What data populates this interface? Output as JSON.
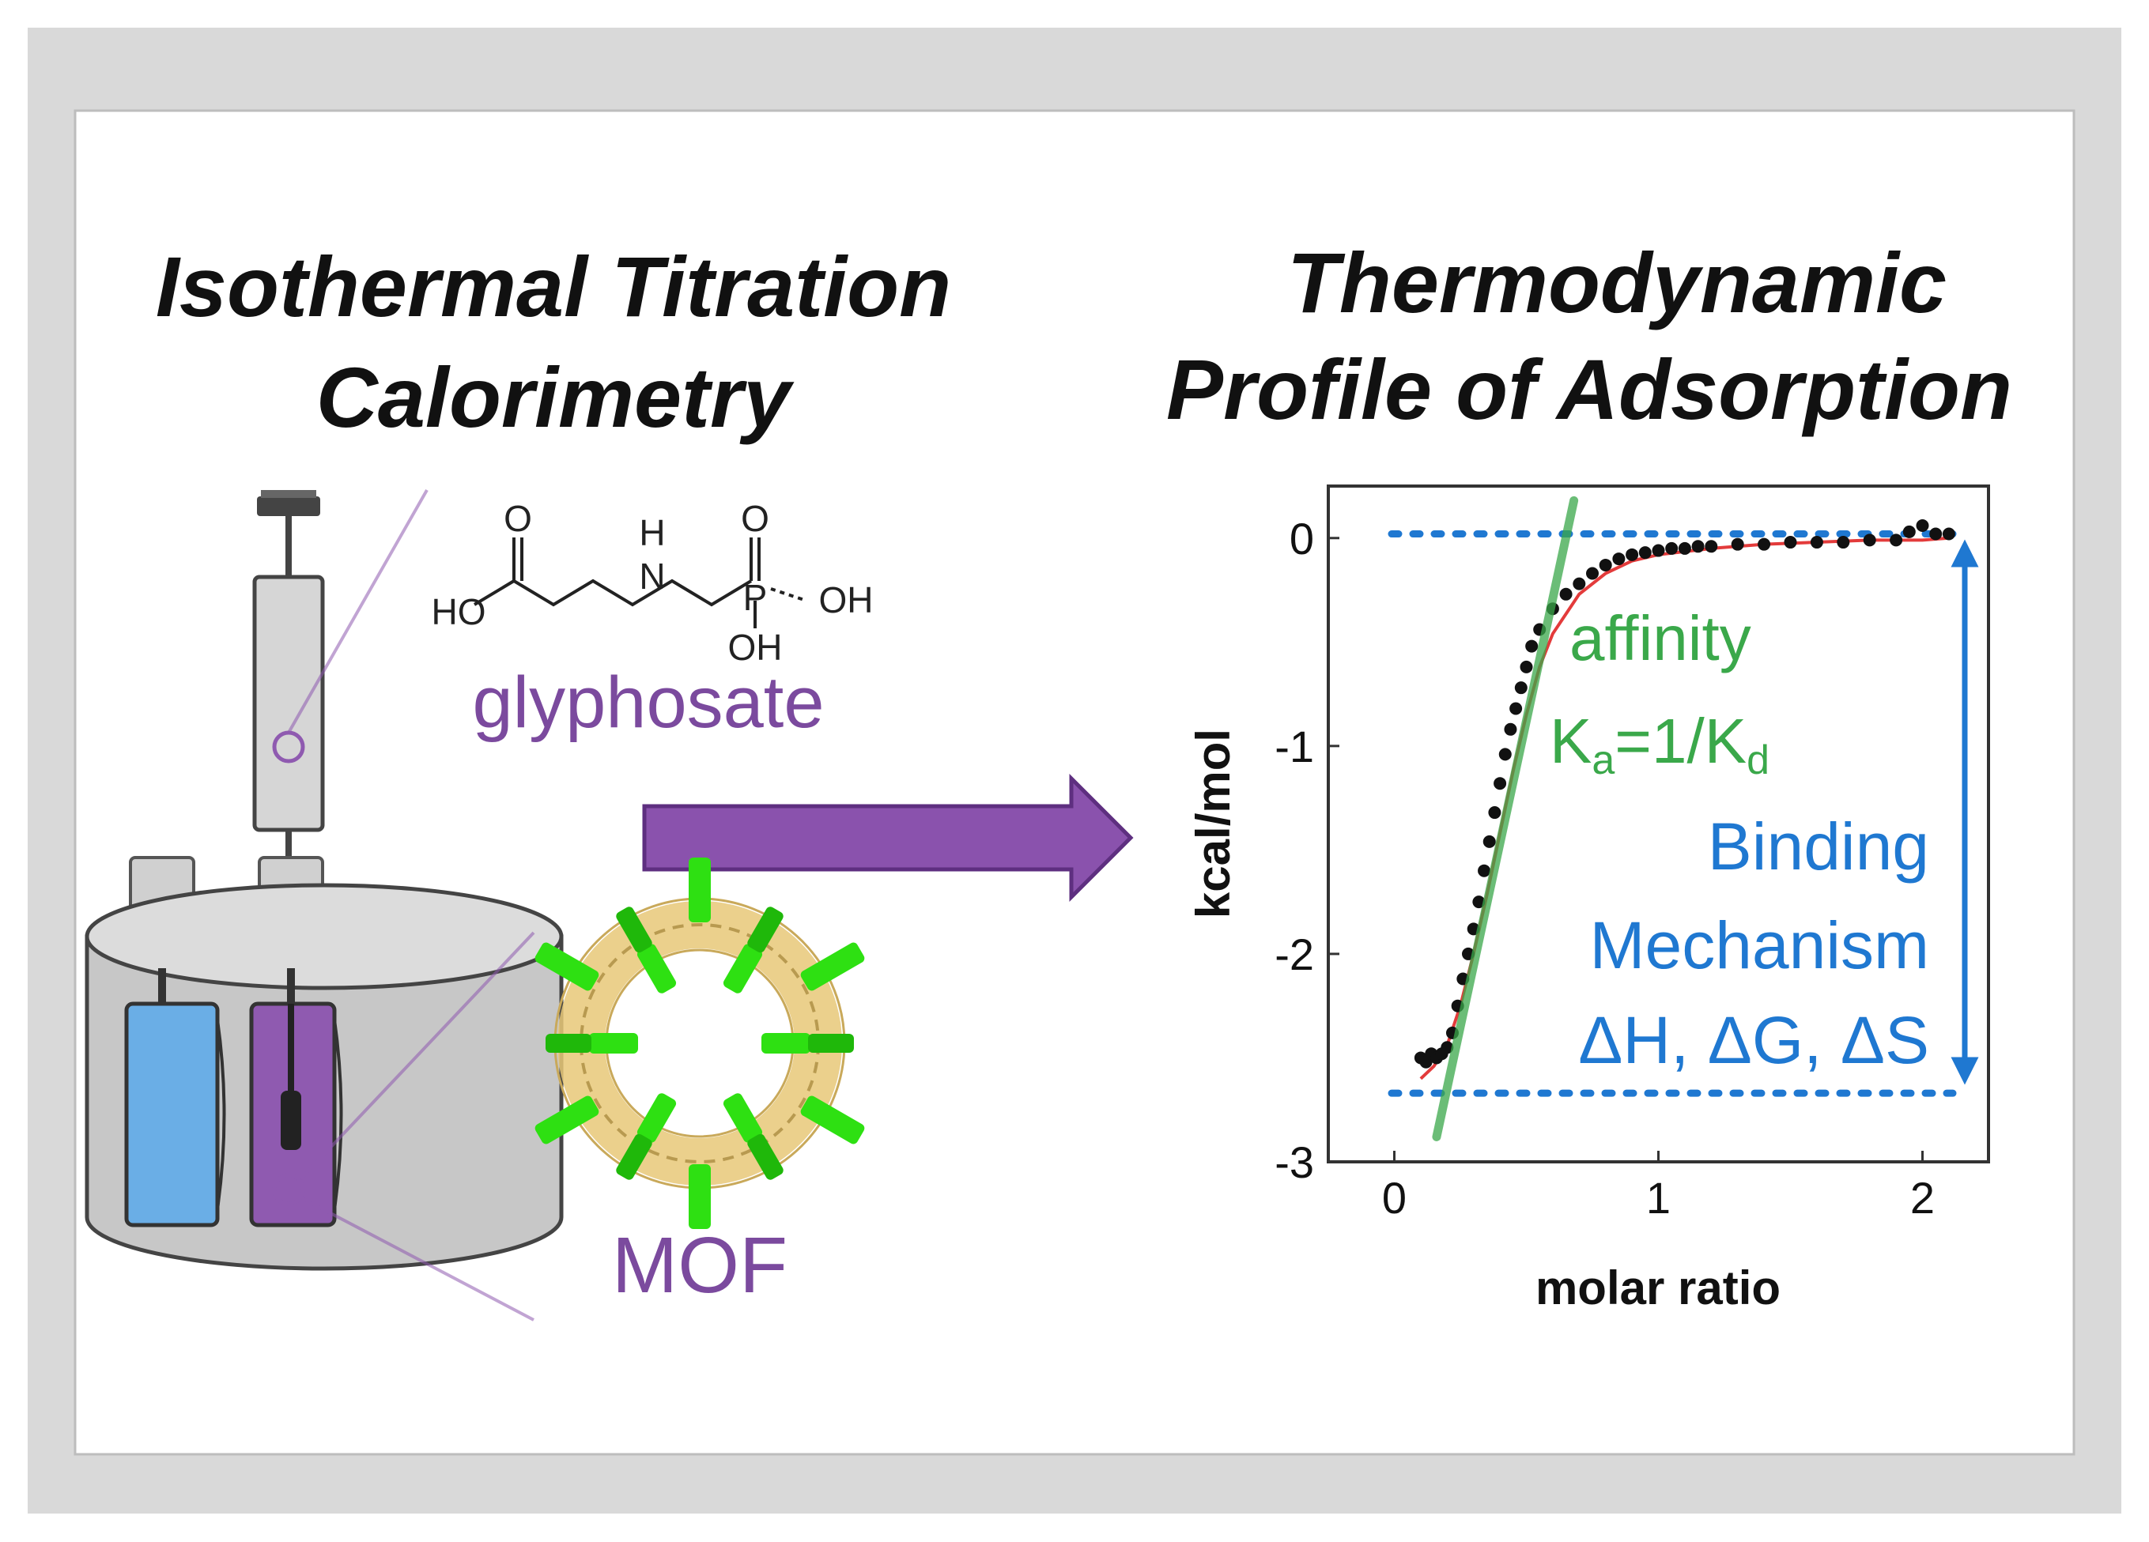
{
  "left_title": [
    "Isothermal Titration",
    "Calorimetry"
  ],
  "right_title": [
    "Thermodynamic",
    "Profile of Adsorption"
  ],
  "molecule": {
    "name": "glyphosate",
    "atoms": [
      "O",
      "HO",
      "H",
      "N",
      "O",
      "P",
      "OH",
      "OH"
    ]
  },
  "mof_label": "MOF",
  "annotations": {
    "affinity": "affinity",
    "ka_main": "K",
    "ka_sub": "a",
    "ka_mid": "=1/K",
    "kd_sub": "d",
    "binding_1": "Binding",
    "binding_2": "Mechanism",
    "thermo": "ΔH, ΔG, ΔS"
  },
  "colors": {
    "frame": "#d9d9d9",
    "purple": "#7b4a9e",
    "blue": "#1f78d1",
    "green": "#3aa84a",
    "fit_line": "#e33b3b",
    "mof_green": "#2ee012",
    "mof_gold": "#e8c878",
    "cell_blue": "#6aaee6",
    "cell_purple": "#8f5ab0"
  },
  "chart_data": {
    "type": "scatter",
    "xlabel": "molar ratio",
    "ylabel": "kcal/mol",
    "xlim": [
      -0.25,
      2.25
    ],
    "ylim": [
      -3,
      0.25
    ],
    "xticks": [
      0,
      1,
      2
    ],
    "xtick_labels": [
      "0",
      "1",
      "2"
    ],
    "yticks": [
      0,
      -1,
      -2,
      -3
    ],
    "ytick_labels": [
      "0",
      "-1",
      "-2",
      "-3"
    ],
    "series": [
      {
        "x": [
          0.1,
          0.12,
          0.14,
          0.16,
          0.18,
          0.2,
          0.22,
          0.24,
          0.26,
          0.28,
          0.3,
          0.32,
          0.34,
          0.36,
          0.38,
          0.4,
          0.42,
          0.44,
          0.46,
          0.48,
          0.5,
          0.52,
          0.55,
          0.6,
          0.65,
          0.7,
          0.75,
          0.8,
          0.85,
          0.9,
          0.95,
          1.0,
          1.05,
          1.1,
          1.15,
          1.2,
          1.3,
          1.4,
          1.5,
          1.6,
          1.7,
          1.8,
          1.9,
          1.95,
          2.0,
          2.05,
          2.1
        ],
        "y": [
          -2.5,
          -2.52,
          -2.48,
          -2.5,
          -2.48,
          -2.45,
          -2.38,
          -2.25,
          -2.12,
          -2.0,
          -1.88,
          -1.75,
          -1.6,
          -1.46,
          -1.32,
          -1.18,
          -1.04,
          -0.92,
          -0.82,
          -0.72,
          -0.62,
          -0.52,
          -0.44,
          -0.34,
          -0.27,
          -0.22,
          -0.17,
          -0.13,
          -0.1,
          -0.08,
          -0.07,
          -0.06,
          -0.05,
          -0.05,
          -0.04,
          -0.04,
          -0.03,
          -0.03,
          -0.02,
          -0.02,
          -0.02,
          -0.01,
          -0.01,
          0.03,
          0.06,
          0.02,
          0.02
        ]
      }
    ],
    "fit": {
      "x": [
        0.1,
        0.15,
        0.2,
        0.25,
        0.3,
        0.35,
        0.4,
        0.45,
        0.5,
        0.55,
        0.6,
        0.7,
        0.8,
        0.9,
        1.0,
        1.2,
        1.4,
        1.6,
        1.8,
        2.0,
        2.1
      ],
      "y": [
        -2.6,
        -2.54,
        -2.44,
        -2.25,
        -2.0,
        -1.72,
        -1.42,
        -1.12,
        -0.85,
        -0.62,
        -0.46,
        -0.27,
        -0.17,
        -0.11,
        -0.08,
        -0.05,
        -0.03,
        -0.02,
        -0.01,
        -0.01,
        0.0
      ]
    },
    "affinity_line": {
      "x": [
        0.16,
        0.68
      ],
      "y": [
        -2.88,
        0.18
      ]
    },
    "reference_lines_y": [
      0.02,
      -2.67
    ],
    "grid": false
  }
}
